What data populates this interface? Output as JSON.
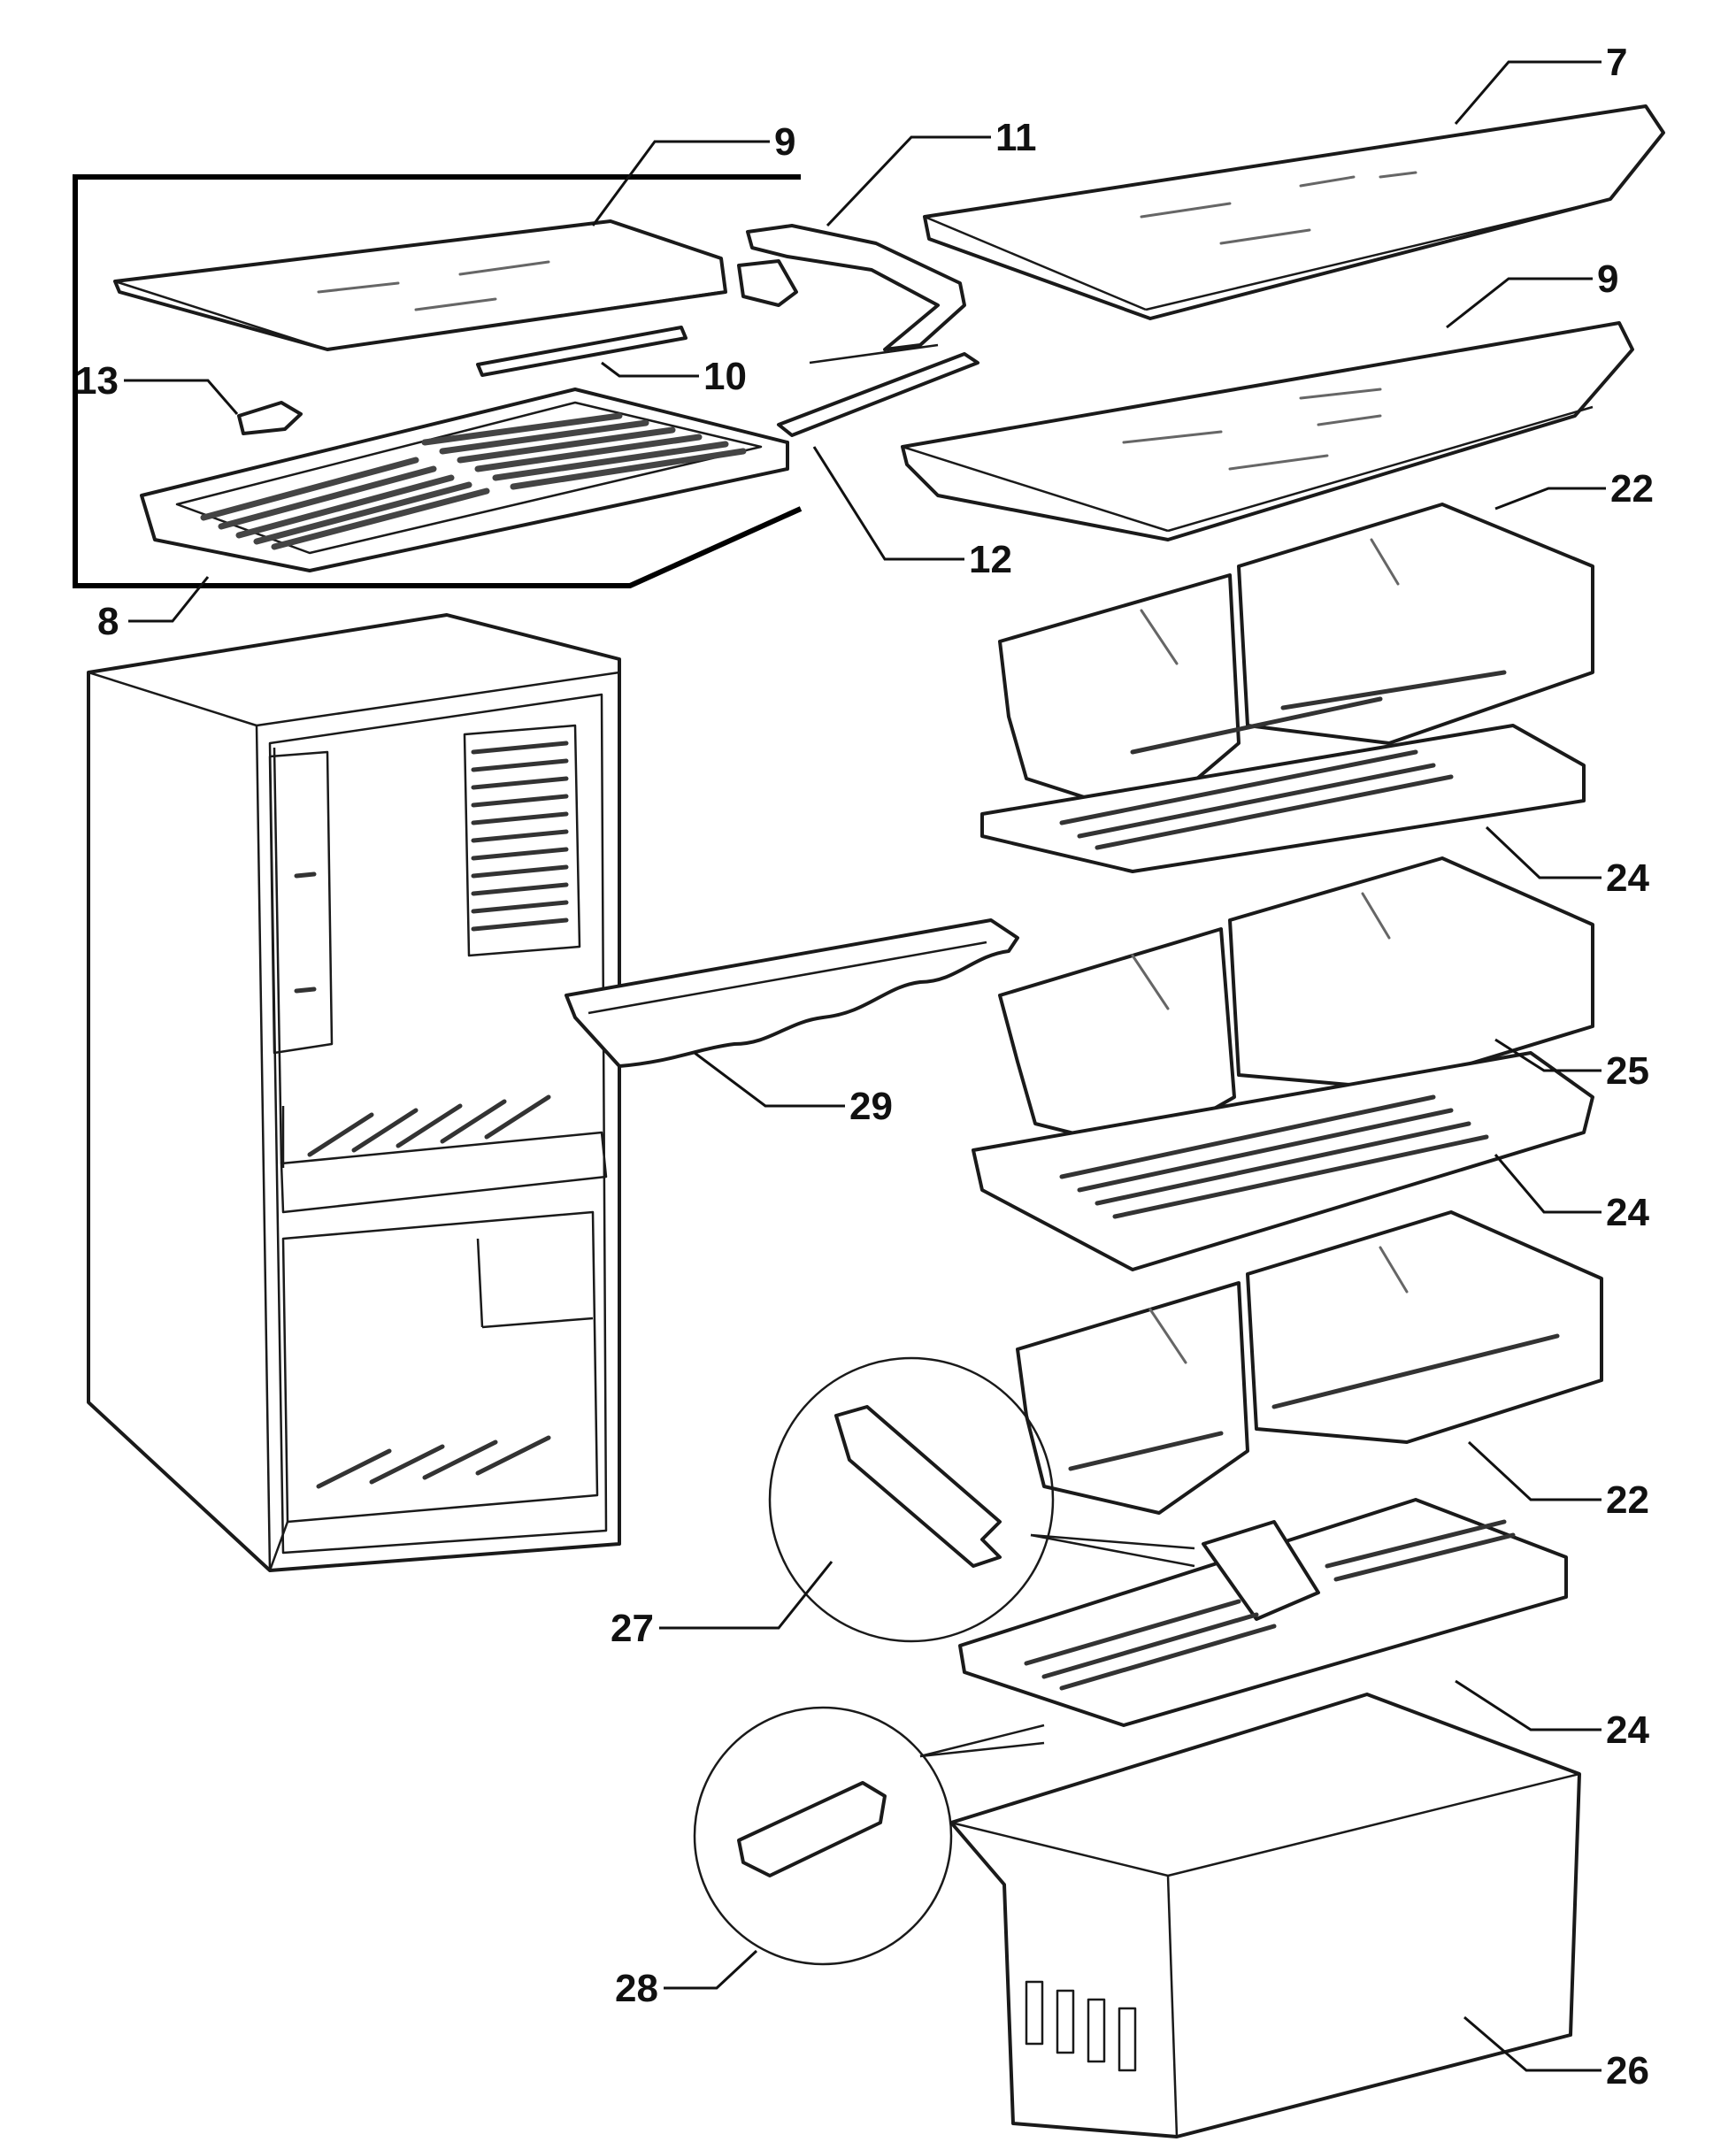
{
  "diagram": {
    "labels": [
      {
        "id": "lbl-7",
        "text": "7"
      },
      {
        "id": "lbl-9a",
        "text": "9"
      },
      {
        "id": "lbl-9b",
        "text": "9"
      },
      {
        "id": "lbl-11",
        "text": "11"
      },
      {
        "id": "lbl-13",
        "text": "13"
      },
      {
        "id": "lbl-10",
        "text": "10"
      },
      {
        "id": "lbl-12",
        "text": "12"
      },
      {
        "id": "lbl-8",
        "text": "8"
      },
      {
        "id": "lbl-22a",
        "text": "22"
      },
      {
        "id": "lbl-24a",
        "text": "24"
      },
      {
        "id": "lbl-29",
        "text": "29"
      },
      {
        "id": "lbl-25",
        "text": "25"
      },
      {
        "id": "lbl-24b",
        "text": "24"
      },
      {
        "id": "lbl-22b",
        "text": "22"
      },
      {
        "id": "lbl-27",
        "text": "27"
      },
      {
        "id": "lbl-24c",
        "text": "24"
      },
      {
        "id": "lbl-28",
        "text": "28"
      },
      {
        "id": "lbl-26",
        "text": "26"
      }
    ]
  }
}
